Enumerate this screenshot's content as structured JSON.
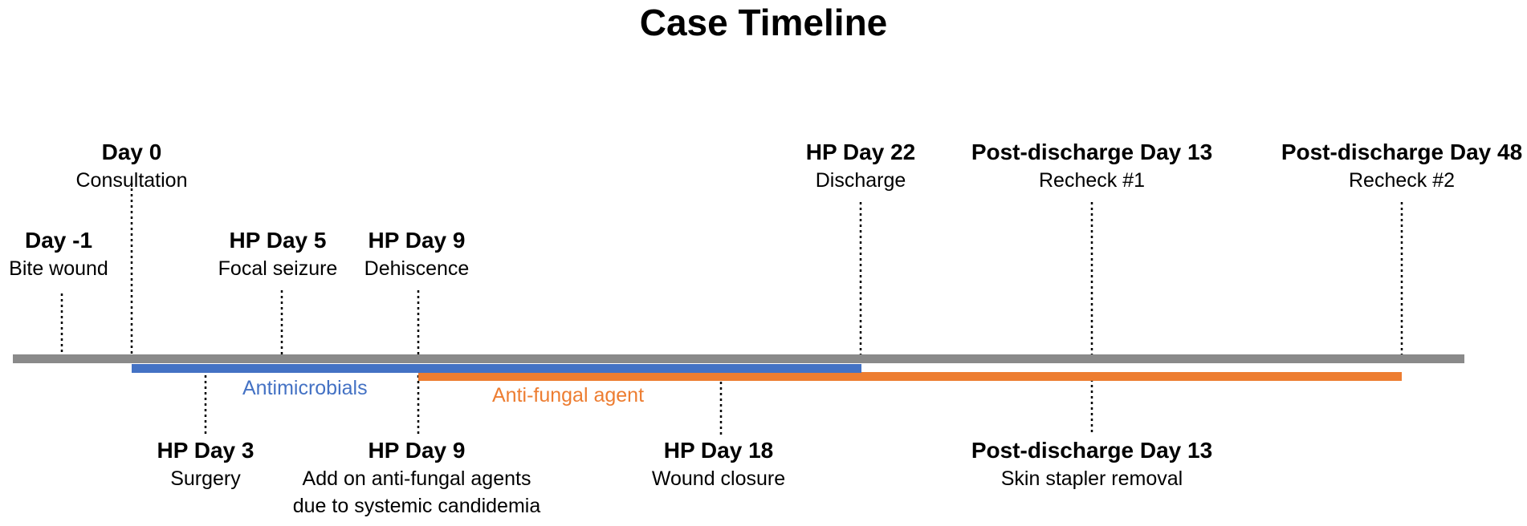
{
  "title": "Case Timeline",
  "colors": {
    "main_line": "#8a8a8a",
    "antimicrobials": "#4472c4",
    "antifungal": "#ed7d31",
    "connector": "#000000"
  },
  "events_above": [
    {
      "day": "Day 0",
      "desc": "Consultation"
    },
    {
      "day": "HP Day 22",
      "desc": "Discharge"
    },
    {
      "day": "Post-discharge Day 13",
      "desc": "Recheck #1"
    },
    {
      "day": "Post-discharge Day 48",
      "desc": "Recheck #2"
    },
    {
      "day": "Day -1",
      "desc": "Bite wound"
    },
    {
      "day": "HP Day 5",
      "desc": "Focal seizure"
    },
    {
      "day": "HP Day 9",
      "desc": "Dehiscence"
    }
  ],
  "events_below": [
    {
      "day": "HP Day 3",
      "desc": "Surgery"
    },
    {
      "day": "HP Day 9",
      "desc": "Add on anti-fungal agents",
      "desc2": "due to systemic candidemia"
    },
    {
      "day": "HP Day 18",
      "desc": "Wound closure"
    },
    {
      "day": "Post-discharge Day 13",
      "desc": "Skin stapler removal"
    }
  ],
  "bars": {
    "antimicrobials": "Antimicrobials",
    "antifungal": "Anti-fungal agent"
  }
}
